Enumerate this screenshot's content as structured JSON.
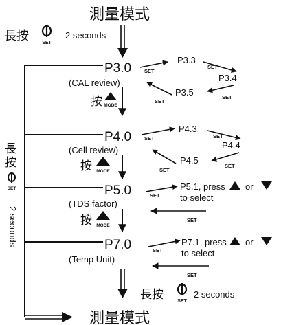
{
  "measurement_mode": "測量模式",
  "long_press": "長按",
  "press": "按",
  "two_seconds": "2 seconds",
  "set_label": "SET",
  "mode_label": "MODE",
  "p30": {
    "code": "P3.0",
    "desc": "(CAL review)",
    "sub": [
      "P3.3",
      "P3.4",
      "P3.5"
    ]
  },
  "p40": {
    "code": "P4.0",
    "desc": "(Cell review)",
    "sub": [
      "P4.3",
      "P4.4",
      "P4.5"
    ]
  },
  "p50": {
    "code": "P5.0",
    "desc": "(TDS factor)",
    "sub_line1": "P5.1, press",
    "sub_or": "or",
    "sub_line2": "to select"
  },
  "p70": {
    "code": "P7.0",
    "desc": "(Temp Unit)",
    "sub_line1": "P7.1, press",
    "sub_or": "or",
    "sub_line2": "to select"
  },
  "left_rail": {
    "text": "長按",
    "seconds": "2 seconds"
  }
}
